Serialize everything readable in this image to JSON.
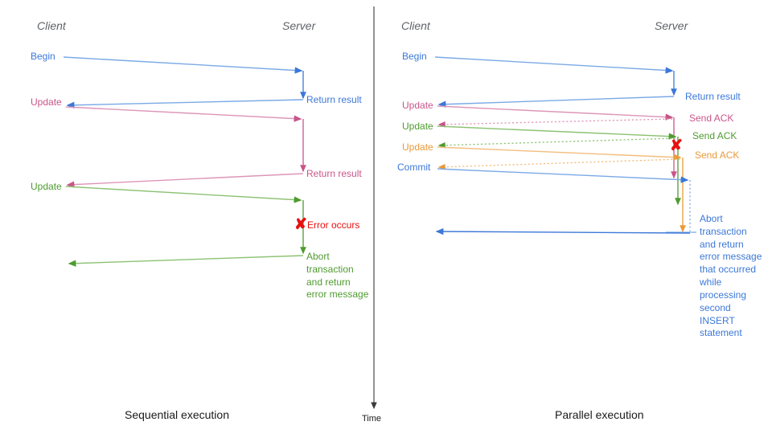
{
  "diagram": {
    "title_left": "Sequential execution",
    "title_right": "Parallel execution",
    "time_axis_label": "Time",
    "colors": {
      "blue": "#3c78d8",
      "blue_light": "#7aa9e6",
      "pink": "#c9558a",
      "pink_light": "#dd96b8",
      "green": "#4f9b2f",
      "green_light": "#8dc273",
      "orange": "#e8993a",
      "orange_light": "#f2bd7e",
      "red": "#e8100f",
      "gray": "#5f6368",
      "black": "#1a1a1a"
    }
  },
  "left_panel": {
    "name": "Sequential execution",
    "actors": {
      "client": "Client",
      "server": "Server"
    },
    "messages": [
      {
        "id": "begin",
        "label": "Begin",
        "color": "blue",
        "side": "client"
      },
      {
        "id": "return1",
        "label": "Return result",
        "color": "blue",
        "side": "server"
      },
      {
        "id": "update1",
        "label": "Update",
        "color": "pink",
        "side": "client"
      },
      {
        "id": "return2",
        "label": "Return result",
        "color": "pink",
        "side": "server"
      },
      {
        "id": "update2",
        "label": "Update",
        "color": "green",
        "side": "client"
      },
      {
        "id": "error",
        "label": "Error occurs",
        "color": "red",
        "side": "server"
      },
      {
        "id": "abort",
        "label": "Abort\ntransaction\nand return\nerror message",
        "color": "green",
        "side": "server"
      }
    ]
  },
  "right_panel": {
    "name": "Parallel execution",
    "actors": {
      "client": "Client",
      "server": "Server"
    },
    "messages": [
      {
        "id": "begin",
        "label": "Begin",
        "color": "blue",
        "side": "client"
      },
      {
        "id": "return1",
        "label": "Return result",
        "color": "blue",
        "side": "server"
      },
      {
        "id": "update1",
        "label": "Update",
        "color": "pink",
        "side": "client"
      },
      {
        "id": "ack1",
        "label": "Send ACK",
        "color": "pink",
        "side": "server"
      },
      {
        "id": "update2",
        "label": "Update",
        "color": "green",
        "side": "client"
      },
      {
        "id": "ack2",
        "label": "Send ACK",
        "color": "green",
        "side": "server"
      },
      {
        "id": "update3",
        "label": "Update",
        "color": "orange",
        "side": "client"
      },
      {
        "id": "ack3",
        "label": "Send ACK",
        "color": "orange",
        "side": "server"
      },
      {
        "id": "commit",
        "label": "Commit",
        "color": "blue",
        "side": "client"
      },
      {
        "id": "abort",
        "label": "Abort\ntransaction\nand return\nerror message\nthat occurred\nwhile\nprocessing\nsecond\nINSERT\nstatement",
        "color": "blue",
        "side": "server"
      }
    ]
  }
}
